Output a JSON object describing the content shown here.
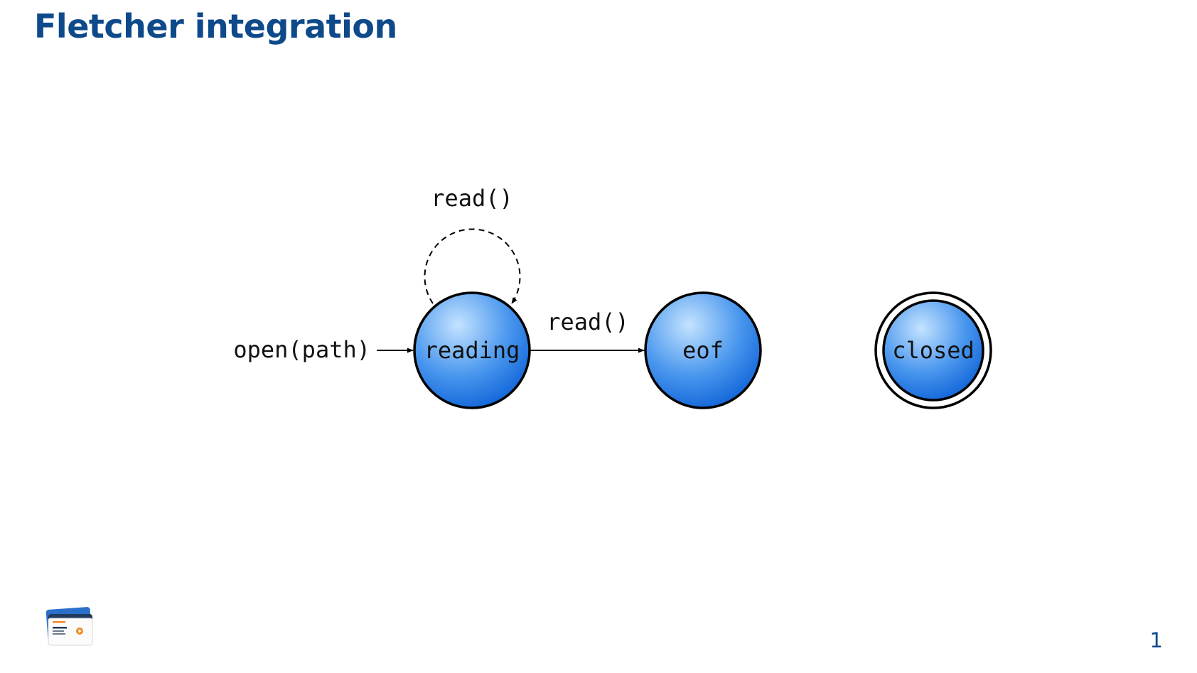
{
  "slide": {
    "title": "Fletcher integration",
    "page_number": "1"
  },
  "diagram": {
    "states": [
      {
        "id": "reading",
        "label": "reading",
        "accepting": false
      },
      {
        "id": "eof",
        "label": "eof",
        "accepting": false
      },
      {
        "id": "closed",
        "label": "closed",
        "accepting": true
      }
    ],
    "transitions": [
      {
        "from": "start",
        "to": "reading",
        "label": "open(path)",
        "style": "solid"
      },
      {
        "from": "reading",
        "to": "reading",
        "label": "read()",
        "style": "dashed"
      },
      {
        "from": "reading",
        "to": "eof",
        "label": "read()",
        "style": "solid"
      }
    ],
    "colors": {
      "state_fill_light": "#bfe0ff",
      "state_fill_dark": "#0a63d8",
      "stroke": "#000000",
      "title": "#0e4a8a"
    }
  },
  "icons": {
    "presenter_app": "slides-app-icon"
  }
}
